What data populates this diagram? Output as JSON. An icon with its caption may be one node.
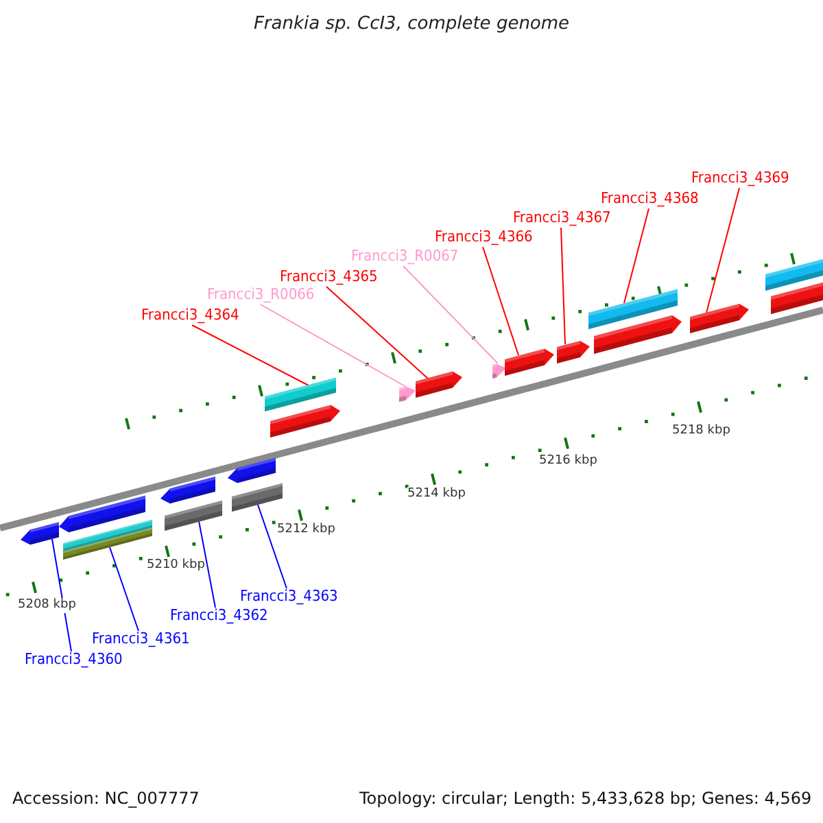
{
  "diagram": {
    "title": "Frankia sp. CcI3, complete genome",
    "nodes": [
      {
        "text": [
          "Francci3_4369"
        ]
      },
      {
        "text": [
          "Francci3_4368"
        ]
      },
      {
        "text": [
          "Francci3_4367"
        ]
      },
      {
        "text": [
          "Francci3_4366"
        ]
      },
      {
        "text": [
          "Francci3_R0067"
        ]
      },
      {
        "text": [
          "Francci3_4365"
        ]
      },
      {
        "text": [
          "Francci3_R0066"
        ]
      },
      {
        "text": [
          "Francci3_4364"
        ]
      },
      {
        "text": [
          "Francci3_4363"
        ]
      },
      {
        "text": [
          "Francci3_4362"
        ]
      },
      {
        "text": [
          "Francci3_4361"
        ]
      },
      {
        "text": [
          "Francci3_4360"
        ]
      },
      {
        "text": [],
        "shape": "bar"
      },
      {
        "text": [],
        "shape": "bar"
      },
      {
        "text": [],
        "shape": "bar"
      },
      {
        "text": [],
        "shape": "bar"
      },
      {
        "text": [],
        "shape": "bar"
      },
      {
        "text": [],
        "shape": "bar"
      },
      {
        "text": [],
        "shape": "bar"
      },
      {
        "text": [],
        "shape": "bar"
      },
      {
        "text": [],
        "shape": "bar"
      },
      {
        "text": [],
        "shape": "bar"
      },
      {
        "text": [],
        "shape": "bar"
      },
      {
        "text": [],
        "shape": "bar"
      },
      {
        "text": [],
        "shape": "bar"
      }
    ],
    "edges": [
      {
        "from": 0,
        "to": 23,
        "arrow": "none"
      },
      {
        "from": 1,
        "to": 22,
        "arrow": "none"
      },
      {
        "from": 2,
        "to": 21,
        "arrow": "none"
      },
      {
        "from": 3,
        "to": 20,
        "arrow": "none"
      },
      {
        "from": 4,
        "to": 19,
        "arrow": "none",
        "color": "#ff99cc"
      },
      {
        "from": 5,
        "to": 18,
        "arrow": "none"
      },
      {
        "from": 6,
        "to": 17,
        "arrow": "none",
        "color": "#ff99cc"
      },
      {
        "from": 7,
        "to": 16,
        "arrow": "none"
      },
      {
        "from": 8,
        "to": 15,
        "arrow": "none",
        "color": "#0000ff"
      },
      {
        "from": 9,
        "to": 14,
        "arrow": "none",
        "color": "#0000ff"
      },
      {
        "from": 10,
        "to": 13,
        "arrow": "none",
        "color": "#0000ff"
      },
      {
        "from": 11,
        "to": 12,
        "arrow": "none",
        "color": "#0000ff"
      }
    ],
    "labels": [
      "5218 kbp",
      "5216 kbp",
      "5214 kbp",
      "5212 kbp",
      "5210 kbp",
      "5208 kbp",
      "Accession: NC_007777",
      "Topology: circular; Length: 5,433,628 bp; Genes: 4,569"
    ]
  }
}
